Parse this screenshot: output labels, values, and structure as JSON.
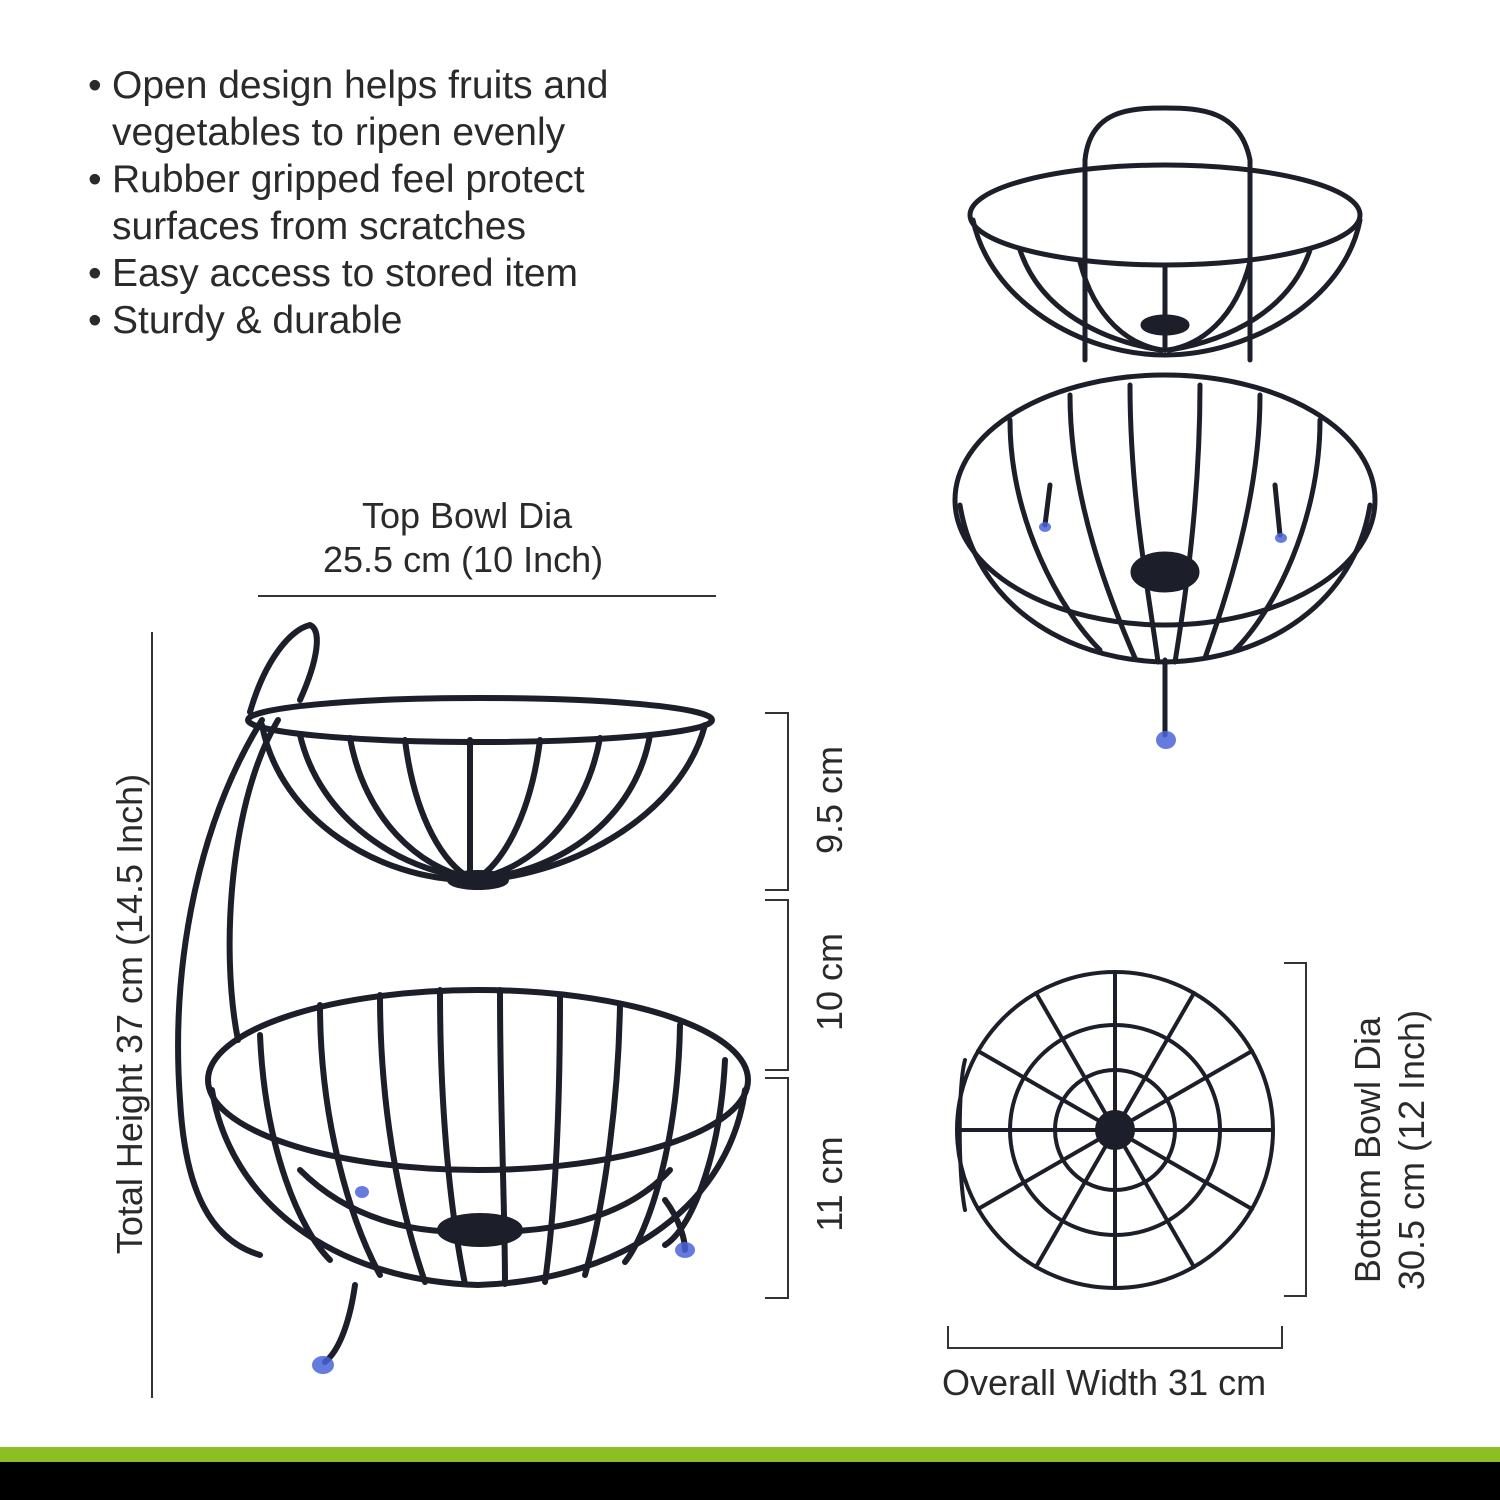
{
  "features": [
    {
      "line1": "Open design helps fruits and",
      "line2": "vegetables to ripen evenly"
    },
    {
      "line1": "Rubber gripped feel protect",
      "line2": "surfaces from scratches"
    },
    {
      "line1": "Easy access to stored item",
      "line2": ""
    },
    {
      "line1": "Sturdy & durable",
      "line2": ""
    }
  ],
  "bullet": "•",
  "dimensions": {
    "top_bowl_dia_title": "Top Bowl Dia",
    "top_bowl_dia_value": "25.5 cm (10 Inch)",
    "total_height": "Total Height 37 cm (14.5 Inch)",
    "top_bowl_height": "9.5 cm",
    "gap_height": "10 cm",
    "bottom_bowl_height": "11 cm",
    "bottom_bowl_dia_title": "Bottom Bowl Dia",
    "bottom_bowl_dia_value": "30.5 cm (12 Inch)",
    "overall_width": "Overall Width 31 cm"
  },
  "colors": {
    "wire": "#1c1f29",
    "foot": "#4a64d8",
    "dimension_line": "#333333",
    "accent_band": "#8dbf22",
    "bottom_band": "#000000"
  }
}
